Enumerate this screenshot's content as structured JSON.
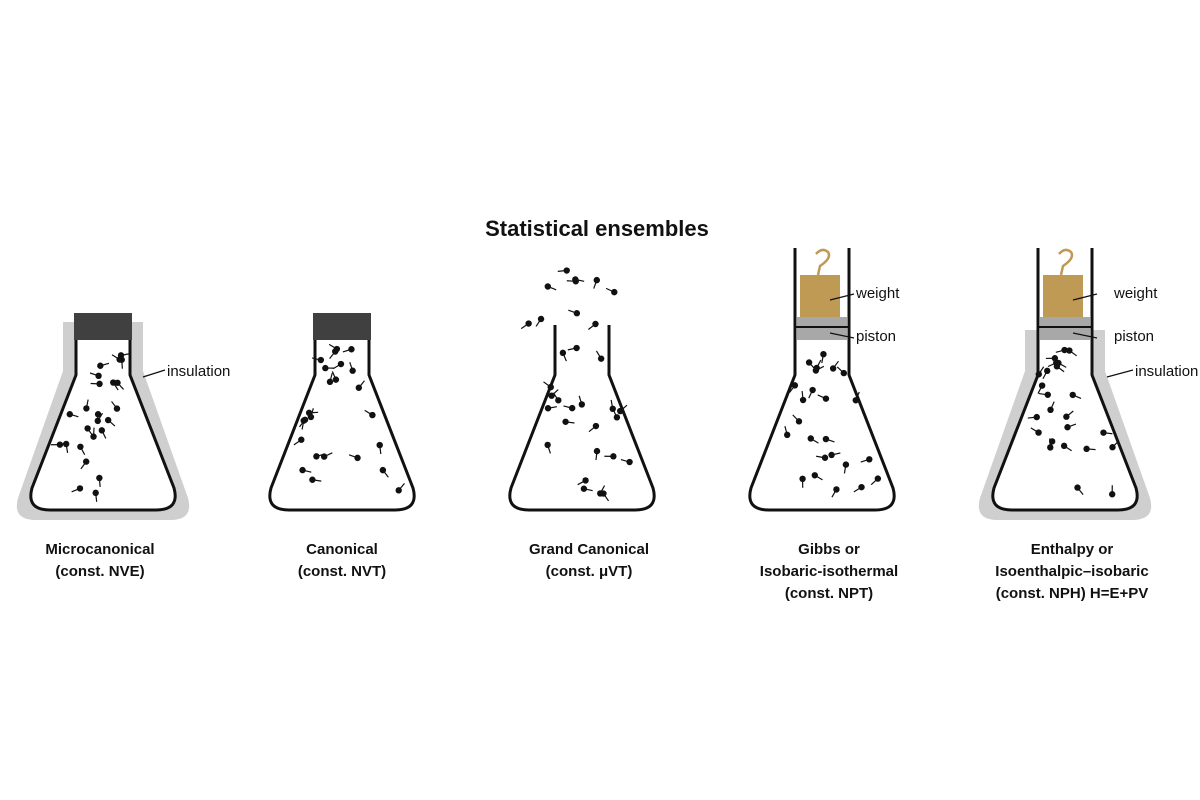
{
  "title": "Statistical ensembles",
  "annotations": {
    "insulation": "insulation",
    "weight": "weight",
    "piston": "piston"
  },
  "ensembles": [
    {
      "lines": [
        "Microcanonical",
        "(const. NVE)"
      ]
    },
    {
      "lines": [
        "Canonical",
        "(const. NVT)"
      ]
    },
    {
      "lines": [
        "Grand Canonical",
        "(const. μVT)"
      ]
    },
    {
      "lines": [
        "Gibbs or",
        "Isobaric-isothermal",
        "(const. NPT)"
      ]
    },
    {
      "lines": [
        "Enthalpy or",
        "Isoenthalpic–isobaric",
        "(const. NPH) H=E+PV"
      ]
    }
  ],
  "colors": {
    "insulation": "#cfcfcf",
    "stopper": "#404040",
    "weight": "#bf9a55",
    "piston": "#a8a8a8",
    "outline": "#111111"
  }
}
